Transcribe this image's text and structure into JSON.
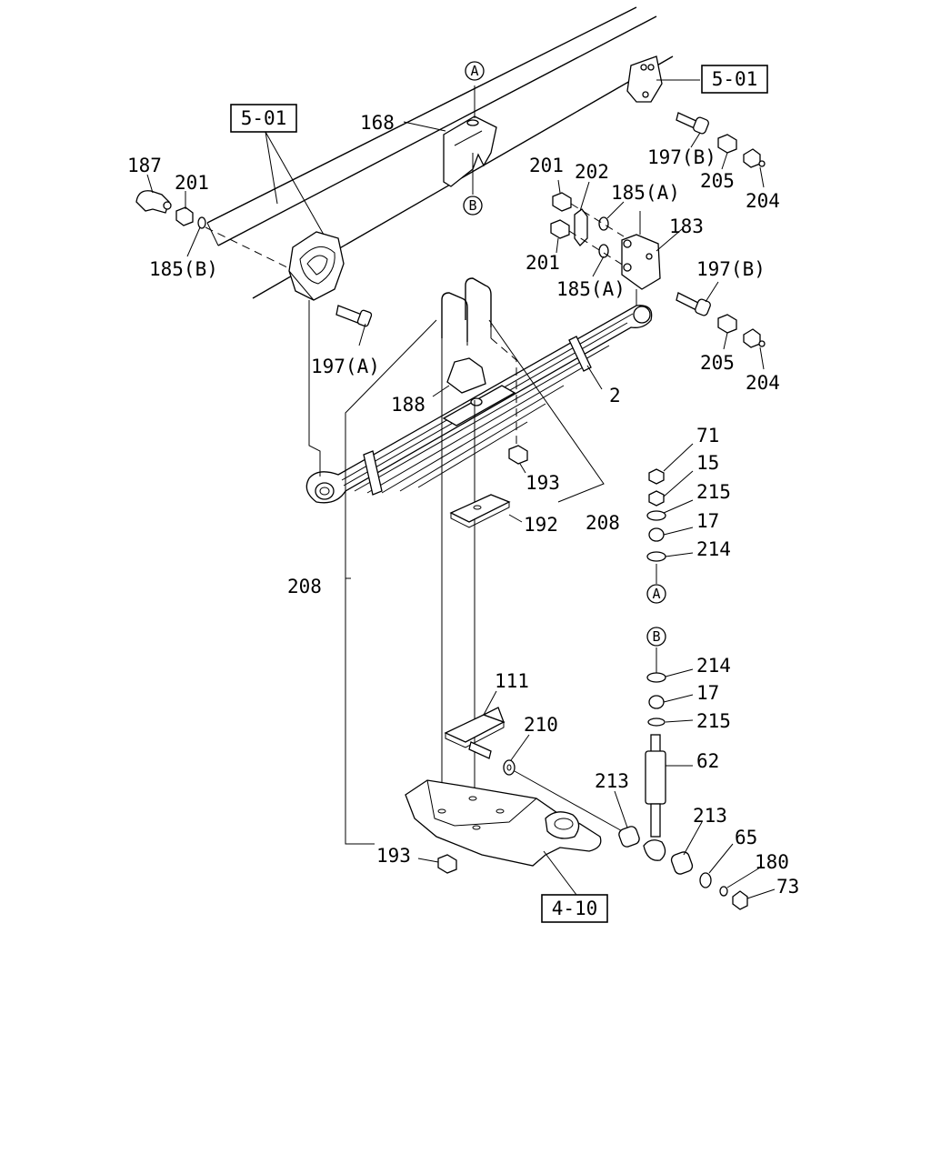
{
  "refs": {
    "r501_left": "5-01",
    "r501_right": "5-01",
    "r410": "4-10"
  },
  "markers": {
    "a_top": "A",
    "b_top": "B",
    "a_mid": "A",
    "b_mid": "B"
  },
  "labels": {
    "l168": "168",
    "l187": "187",
    "l201a": "201",
    "l185b": "185(B)",
    "l197a": "197(A)",
    "l201b": "201",
    "l202": "202",
    "l185a1": "185(A)",
    "l183": "183",
    "l201c": "201",
    "l185a2": "185(A)",
    "l197b1": "197(B)",
    "l205a": "205",
    "l204a": "204",
    "l197b2": "197(B)",
    "l205b": "205",
    "l204b": "204",
    "l188": "188",
    "l2": "2",
    "l193a": "193",
    "l208a": "208",
    "l192": "192",
    "l208b": "208",
    "l71": "71",
    "l15": "15",
    "l215a": "215",
    "l17a": "17",
    "l214a": "214",
    "l214b": "214",
    "l17b": "17",
    "l215b": "215",
    "l62": "62",
    "l111": "111",
    "l210": "210",
    "l213a": "213",
    "l213b": "213",
    "l65": "65",
    "l180": "180",
    "l73": "73",
    "l193b": "193"
  }
}
